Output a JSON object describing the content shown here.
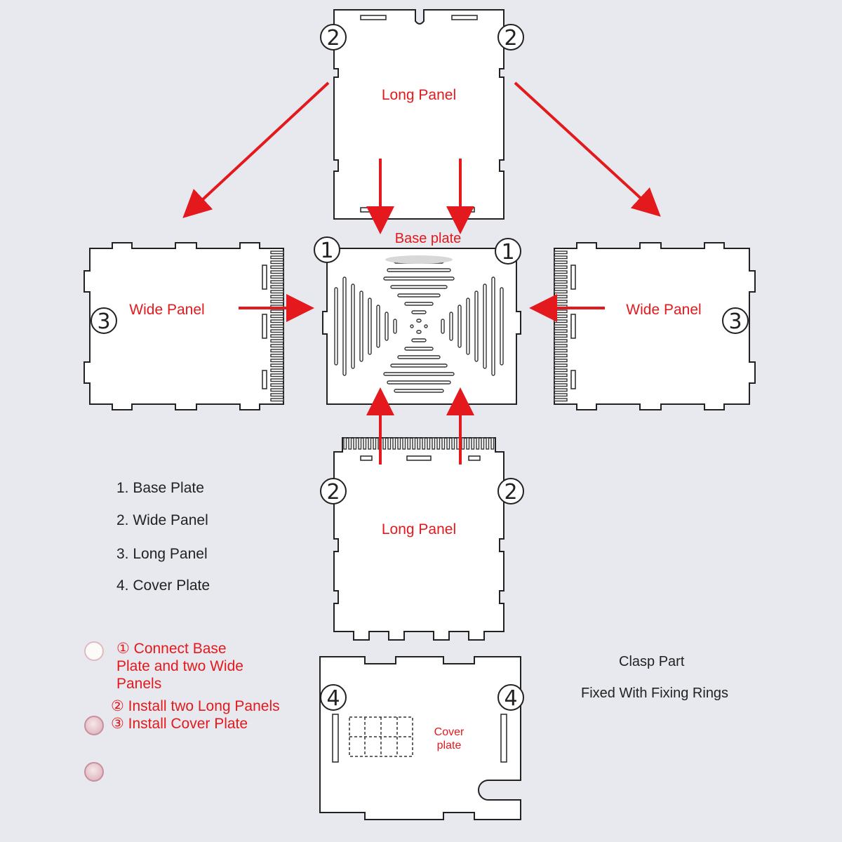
{
  "badges": {
    "one": "1",
    "two": "2",
    "three": "3",
    "four": "4"
  },
  "labels": {
    "long_panel_top": "Long Panel",
    "base_plate": "Base plate",
    "wide_panel_left": "Wide Panel",
    "wide_panel_right": "Wide Panel",
    "long_panel_bottom": "Long Panel",
    "cover_plate_line1": "Cover",
    "cover_plate_line2": "plate"
  },
  "legend": {
    "items": [
      "1. Base Plate",
      "2. Wide Panel",
      "3. Long Panel",
      "4. Cover Plate"
    ]
  },
  "steps": {
    "step1_line1": "① Connect Base",
    "step1_line2": "Plate and two Wide",
    "step1_line3": "Panels",
    "step2": "② Install two Long Panels",
    "step3": "③ Install Cover Plate"
  },
  "clasp": {
    "title": "Clasp Part",
    "note": "Fixed With Fixing Rings"
  },
  "colors": {
    "accent": "#e3191d",
    "background": "#e7e9ee",
    "panel": "#ffffff",
    "line": "#222222"
  }
}
